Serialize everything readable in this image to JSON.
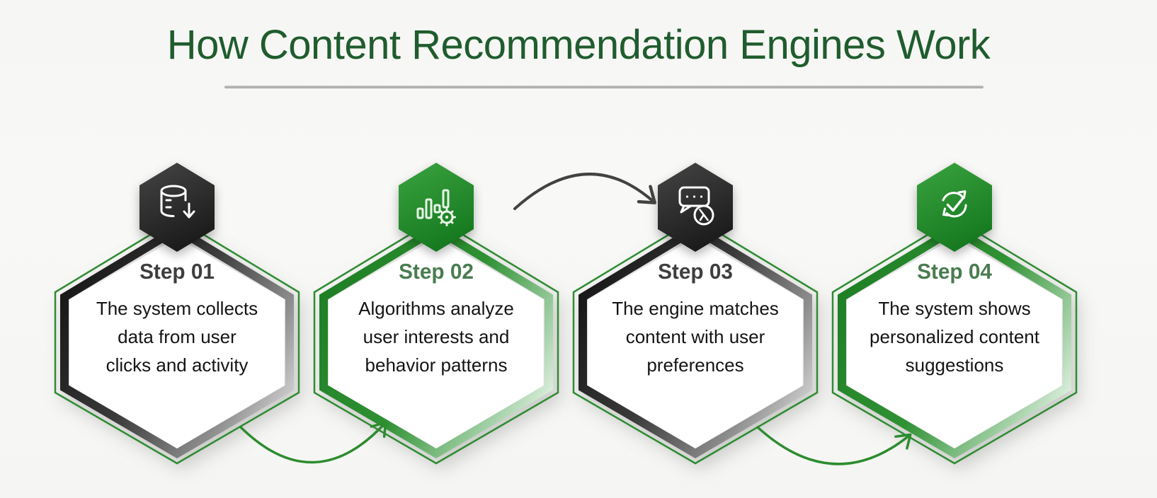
{
  "page": {
    "title": "How Content Recommendation Engines Work",
    "title_color": "#1f5c2e",
    "background_color": "#f7f7f5",
    "divider_color": "#b0b0b0"
  },
  "colors": {
    "green_accent": "#2e8b2e",
    "green_band_dark": "#1e7e25",
    "green_outline": "#2f8c33",
    "dark_band": "#2a2a2a",
    "badge_dark": "#2f2f2f",
    "badge_green": "#2a9132",
    "step_label_dark": "#3e3e3e",
    "step_label_green": "#4a7c50",
    "body_text": "#141414",
    "arrow_dark": "#424242",
    "arrow_green": "#2c8c2e"
  },
  "steps": [
    {
      "label": "Step 01",
      "description": "The system collects\ndata from user\nclicks and activity",
      "icon": "database-download-icon",
      "theme": "dark"
    },
    {
      "label": "Step 02",
      "description": "Algorithms analyze\nuser interests and\nbehavior patterns",
      "icon": "analytics-gear-icon",
      "theme": "green"
    },
    {
      "label": "Step 03",
      "description": "The engine matches\ncontent with user\npreferences",
      "icon": "chat-match-icon",
      "theme": "dark"
    },
    {
      "label": "Step 04",
      "description": "The system shows\npersonalized content\nsuggestions",
      "icon": "sync-check-icon",
      "theme": "green"
    }
  ],
  "connectors": [
    {
      "from": "step-02",
      "to": "step-03",
      "style": "dark-top-arc"
    },
    {
      "from": "step-01",
      "to": "step-02",
      "style": "green-bottom-arc"
    },
    {
      "from": "step-03",
      "to": "step-04",
      "style": "green-bottom-arc"
    }
  ]
}
